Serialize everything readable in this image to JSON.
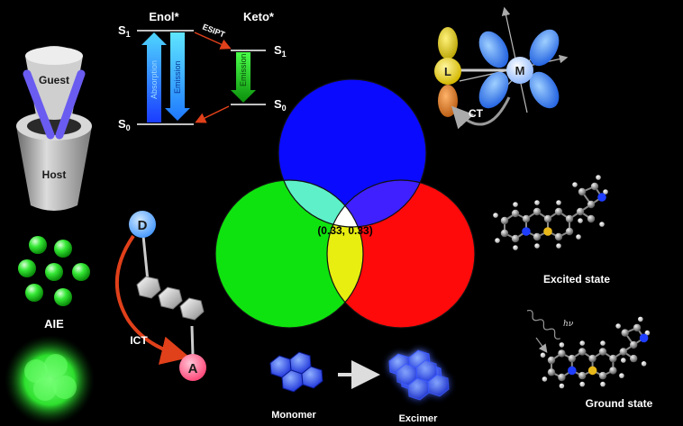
{
  "colors": {
    "background": "#000000",
    "blue": "#0a0aff",
    "green": "#0fe30f",
    "red": "#ff0a0a",
    "cyan_overlap": "#5ef0c8",
    "yellow_overlap": "#e8ee10",
    "purple_overlap": "#4020ff",
    "white_center": "#ffffff",
    "arrow_red": "#e0401a"
  },
  "host_guest": {
    "guest_label": "Guest",
    "host_label": "Host"
  },
  "aie": {
    "label": "AIE"
  },
  "esipt": {
    "enol_title": "Enol*",
    "keto_title": "Keto*",
    "s1_left": "S",
    "s1_left_sub": "1",
    "s0_left": "S",
    "s0_left_sub": "0",
    "s1_right": "S",
    "s1_right_sub": "1",
    "s0_right": "S",
    "s0_right_sub": "0",
    "esipt_label": "ESIPT",
    "absorption_label": "Absorption",
    "emission_label_left": "Emission",
    "emission_label_right": "Emission"
  },
  "lm_ct": {
    "ligand_label": "L",
    "metal_label": "M",
    "ct_label": "CT"
  },
  "venn": {
    "center_label": "(0.33, 0.33)"
  },
  "ict": {
    "donor_label": "D",
    "acceptor_label": "A",
    "ict_label": "ICT"
  },
  "excimer": {
    "monomer_label": "Monomer",
    "excimer_label": "Excimer"
  },
  "molecule": {
    "excited_label": "Excited state",
    "ground_label": "Ground state",
    "hv_label": "hν"
  }
}
